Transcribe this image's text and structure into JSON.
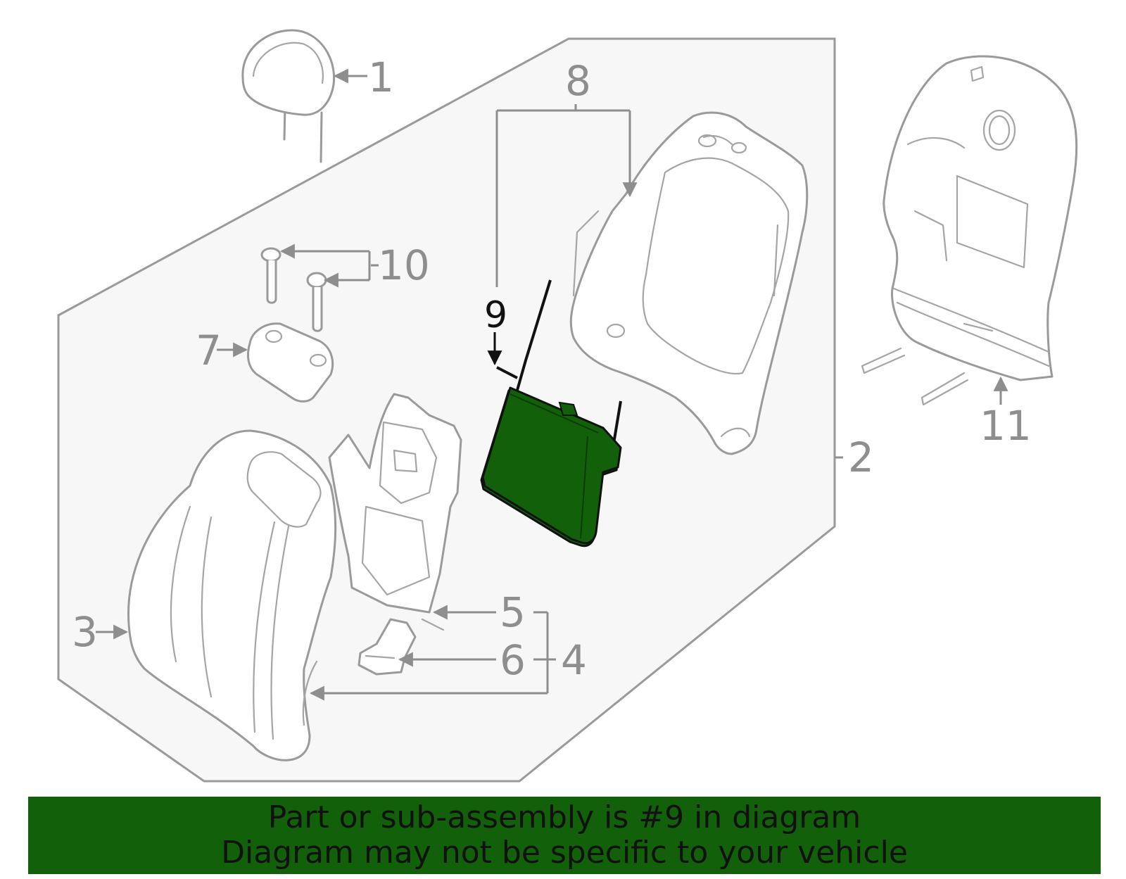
{
  "diagram": {
    "callouts": {
      "c1": "1",
      "c2": "2",
      "c3": "3",
      "c4": "4",
      "c5": "5",
      "c6": "6",
      "c7": "7",
      "c8": "8",
      "c9": "9",
      "c10": "10",
      "c11": "11"
    },
    "highlighted_part": "9",
    "colors": {
      "highlight": "#13600a",
      "assembly_background": "#f7f7f7",
      "line": "#9a9a9a"
    }
  },
  "banner": {
    "line1": "Part or sub-assembly is #9 in diagram",
    "line2": "Diagram may not be specific to your vehicle"
  }
}
